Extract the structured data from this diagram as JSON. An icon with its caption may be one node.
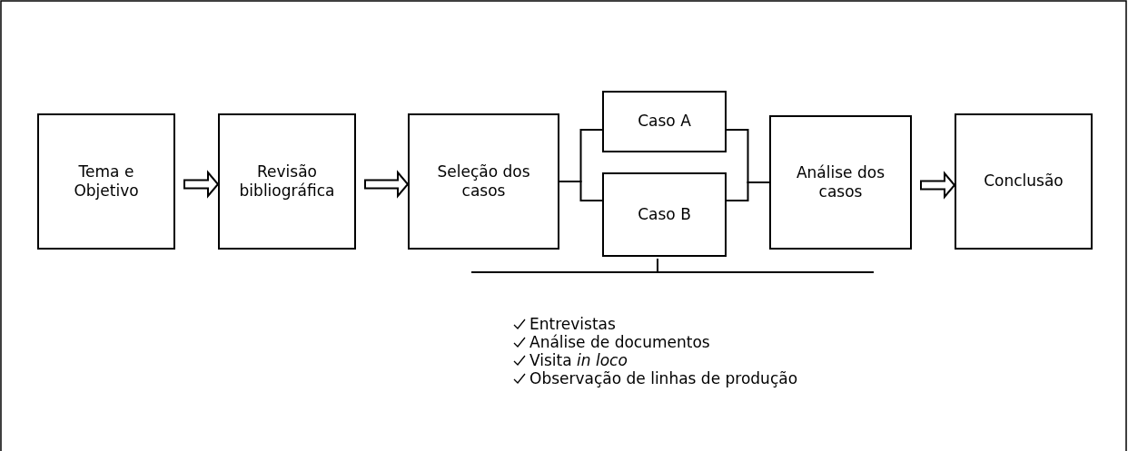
{
  "diagram": {
    "nodes": [
      {
        "text": [
          "Tema e Objetivo"
        ]
      },
      {
        "text": [
          "Revisão bibliográfica"
        ]
      },
      {
        "text": [
          "Seleção dos casos"
        ]
      },
      {
        "text": [
          "Caso A"
        ]
      },
      {
        "text": [
          "Caso B"
        ]
      },
      {
        "text": [
          "Análise dos casos"
        ]
      },
      {
        "text": [
          "Conclusão"
        ]
      }
    ],
    "edges": [
      {
        "from": 0,
        "to": 1,
        "arrow": "to"
      },
      {
        "from": 1,
        "to": 2,
        "arrow": "to"
      },
      {
        "from": 2,
        "to": 3,
        "arrow": "none"
      },
      {
        "from": 2,
        "to": 4,
        "arrow": "none"
      },
      {
        "from": 3,
        "to": 5,
        "arrow": "none"
      },
      {
        "from": 4,
        "to": 5,
        "arrow": "none"
      },
      {
        "from": 5,
        "to": 6,
        "arrow": "to"
      }
    ],
    "labels": [
      "Entrevistas",
      "Análise de documentos",
      "Visita *in loco*",
      "Observação de linhas de produção"
    ]
  }
}
